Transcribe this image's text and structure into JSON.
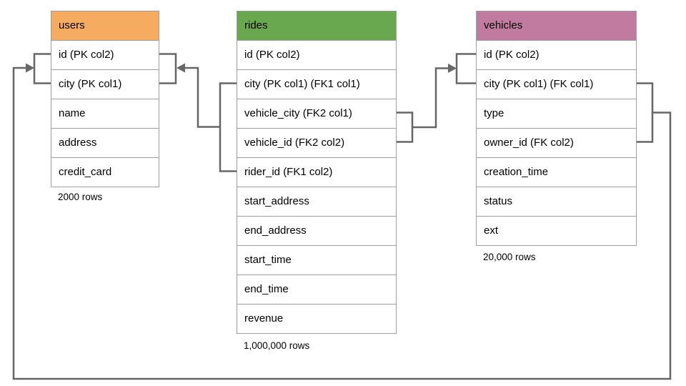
{
  "diagram": {
    "line_color": "#666666",
    "tables": {
      "users": {
        "title": "users",
        "header_color": "#F6AC60",
        "columns": [
          "id (PK col2)",
          "city (PK col1)",
          "name",
          "address",
          "credit_card"
        ],
        "row_count_label": "2000 rows"
      },
      "rides": {
        "title": "rides",
        "header_color": "#6AA84F",
        "columns": [
          "id (PK col2)",
          "city (PK col1) (FK1 col1)",
          "vehicle_city (FK2 col1)",
          "vehicle_id (FK2 col2)",
          "rider_id (FK1 col2)",
          "start_address",
          "end_address",
          "start_time",
          "end_time",
          "revenue"
        ],
        "row_count_label": "1,000,000 rows"
      },
      "vehicles": {
        "title": "vehicles",
        "header_color": "#C27BA0",
        "columns": [
          "id (PK col2)",
          "city (PK col1) (FK col1)",
          "type",
          "owner_id (FK col2)",
          "creation_time",
          "status",
          "ext"
        ],
        "row_count_label": "20,000 rows"
      }
    },
    "relationships": [
      {
        "name": "rides FK1 to users PK",
        "from_columns": "rides.city, rides.rider_id",
        "to_columns": "users.id, users.city"
      },
      {
        "name": "rides FK2 to vehicles PK",
        "from_columns": "rides.vehicle_city, rides.vehicle_id",
        "to_columns": "vehicles.id, vehicles.city"
      },
      {
        "name": "vehicles FK to users PK",
        "from_columns": "vehicles.city, vehicles.owner_id",
        "to_columns": "users.id, users.city"
      }
    ]
  }
}
